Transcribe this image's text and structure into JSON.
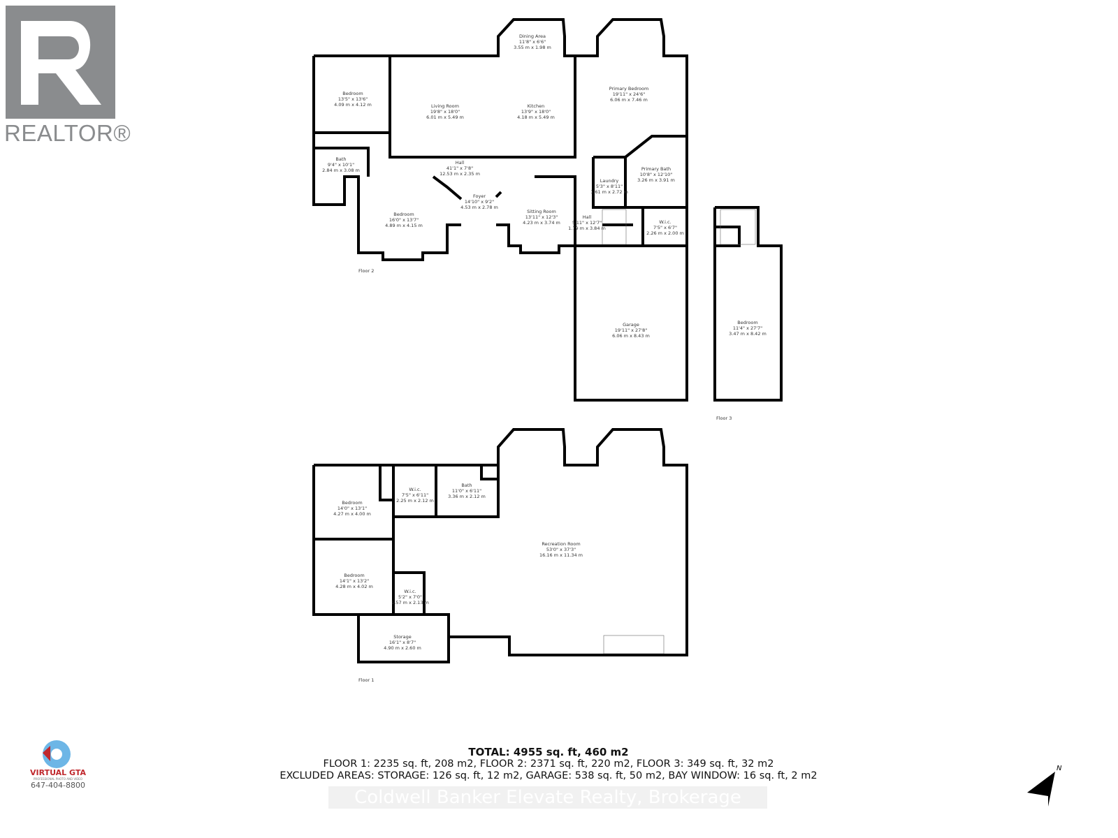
{
  "branding": {
    "realtor_logo": "REALTOR®",
    "photographer_logo": "VIRTUAL GTA",
    "photographer_tagline": "PROFESSIONAL PHOTO AND VIDEO",
    "photographer_phone": "647-404-8800",
    "watermark": "Coldwell Banker Elevate Realty, Brokerage"
  },
  "floors": [
    {
      "label": "Floor 2",
      "rooms": [
        {
          "name": "Dining Area",
          "imperial": "11'8\" x 6'6\"",
          "metric": "3.55 m x 1.98 m"
        },
        {
          "name": "Bedroom",
          "imperial": "13'5\" x 13'6\"",
          "metric": "4.09 m x 4.12 m"
        },
        {
          "name": "Living Room",
          "imperial": "19'8\" x 18'0\"",
          "metric": "6.01 m x 5.49 m"
        },
        {
          "name": "Kitchen",
          "imperial": "13'9\" x 18'0\"",
          "metric": "4.18 m x 5.49 m"
        },
        {
          "name": "Primary Bedroom",
          "imperial": "19'11\" x 24'6\"",
          "metric": "6.06 m x 7.46 m"
        },
        {
          "name": "Bath",
          "imperial": "9'4\" x 10'1\"",
          "metric": "2.84 m x 3.08 m"
        },
        {
          "name": "Hall",
          "imperial": "41'1\" x 7'8\"",
          "metric": "12.53 m x 2.35 m"
        },
        {
          "name": "Laundry",
          "imperial": "5'3\" x 8'11\"",
          "metric": "1.61 m x 2.72 m"
        },
        {
          "name": "Primary Bath",
          "imperial": "10'8\" x 12'10\"",
          "metric": "3.26 m x 3.91 m"
        },
        {
          "name": "Foyer",
          "imperial": "14'10\" x 9'2\"",
          "metric": "4.53 m x 2.78 m"
        },
        {
          "name": "Bedroom",
          "imperial": "16'0\" x 13'7\"",
          "metric": "4.89 m x 4.15 m"
        },
        {
          "name": "Sitting Room",
          "imperial": "13'11\" x 12'3\"",
          "metric": "4.23 m x 3.74 m"
        },
        {
          "name": "Hall",
          "imperial": "5'11\" x 12'7\"",
          "metric": "1.79 m x 3.84 m"
        },
        {
          "name": "W.i.c.",
          "imperial": "7'5\" x 6'7\"",
          "metric": "2.26 m x 2.00 m"
        },
        {
          "name": "Garage",
          "imperial": "19'11\" x 27'8\"",
          "metric": "6.06 m x 8.43 m"
        }
      ]
    },
    {
      "label": "Floor 3",
      "rooms": [
        {
          "name": "Bedroom",
          "imperial": "11'4\" x 27'7\"",
          "metric": "3.47 m x 8.42 m"
        }
      ]
    },
    {
      "label": "Floor 1",
      "rooms": [
        {
          "name": "Bedroom",
          "imperial": "14'0\" x 13'1\"",
          "metric": "4.27 m x 4.00 m"
        },
        {
          "name": "W.i.c.",
          "imperial": "7'5\" x 6'11\"",
          "metric": "2.25 m x 2.12 m"
        },
        {
          "name": "Bath",
          "imperial": "11'0\" x 6'11\"",
          "metric": "3.36 m x 2.12 m"
        },
        {
          "name": "Recreation Room",
          "imperial": "53'0\" x 37'3\"",
          "metric": "16.16 m x 11.34 m"
        },
        {
          "name": "Bedroom",
          "imperial": "14'1\" x 13'2\"",
          "metric": "4.28 m x 4.02 m"
        },
        {
          "name": "W.i.c.",
          "imperial": "5'2\" x 7'0\"",
          "metric": "1.57 m x 2.13 m"
        },
        {
          "name": "Storage",
          "imperial": "16'1\" x 8'7\"",
          "metric": "4.90 m x 2.60 m"
        }
      ]
    }
  ],
  "summary": {
    "total": "TOTAL: 4955 sq. ft, 460 m2",
    "floors": "FLOOR 1: 2235 sq. ft, 208 m2, FLOOR 2: 2371 sq. ft, 220 m2, FLOOR 3: 349 sq. ft, 32 m2",
    "excluded": "EXCLUDED AREAS: STORAGE: 126 sq. ft, 12 m2, GARAGE: 538 sq. ft, 50 m2, BAY WINDOW: 16 sq. ft, 2 m2"
  },
  "compass": {
    "label": "N"
  }
}
